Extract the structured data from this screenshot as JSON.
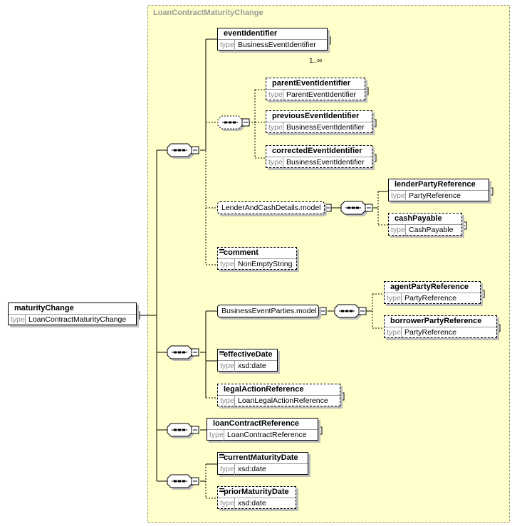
{
  "complex_type": {
    "title": "LoanContractMaturityChange"
  },
  "type_keyword": "type",
  "root": {
    "name": "maturityChange",
    "type": "LoanContractMaturityChange"
  },
  "elements": {
    "event_identifier": {
      "name": "eventIdentifier",
      "type": "BusinessEventIdentifier",
      "multiplicity": "1..∞"
    },
    "parent_event_identifier": {
      "name": "parentEventIdentifier",
      "type": "ParentEventIdentifier"
    },
    "previous_event_identifier": {
      "name": "previousEventIdentifier",
      "type": "BusinessEventIdentifier"
    },
    "corrected_event_identifier": {
      "name": "correctedEventIdentifier",
      "type": "BusinessEventIdentifier"
    },
    "lender_party_reference": {
      "name": "lenderPartyReference",
      "type": "PartyReference"
    },
    "cash_payable": {
      "name": "cashPayable",
      "type": "CashPayable"
    },
    "comment": {
      "name": "comment",
      "type": "NonEmptyString"
    },
    "agent_party_reference": {
      "name": "agentPartyReference",
      "type": "PartyReference"
    },
    "borrower_party_reference": {
      "name": "borrowerPartyReference",
      "type": "PartyReference"
    },
    "effective_date": {
      "name": "effectiveDate",
      "type": "xsd:date"
    },
    "legal_action_reference": {
      "name": "legalActionReference",
      "type": "LoanLegalActionReference"
    },
    "loan_contract_reference": {
      "name": "loanContractReference",
      "type": "LoanContractReference"
    },
    "current_maturity_date": {
      "name": "currentMaturityDate",
      "type": "xsd:date"
    },
    "prior_maturity_date": {
      "name": "priorMaturityDate",
      "type": "xsd:date"
    }
  },
  "groups": {
    "lender_and_cash_details": {
      "label": "LenderAndCashDetails.model"
    },
    "business_event_parties": {
      "label": "BusinessEventParties.model"
    }
  },
  "colors": {
    "container_fill": "#ffffcc",
    "container_border": "#999966",
    "shadow": "#bdbdbd",
    "title_text": "#9a9a9a"
  }
}
